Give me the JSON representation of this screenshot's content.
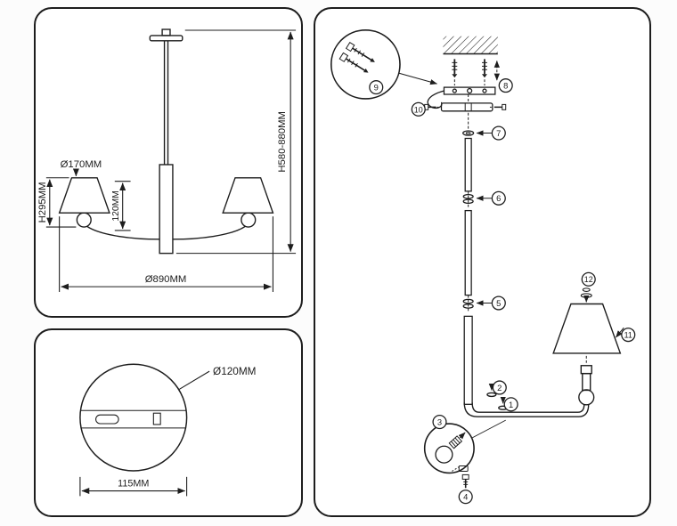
{
  "colors": {
    "line": "#1d1d1d",
    "background": "#fcfcfc",
    "panel_background": "#ffffff"
  },
  "panels": {
    "front_view": {
      "dims": {
        "shade_diameter": "Ø170MM",
        "fixture_height": "H295MM",
        "arm_drop": "120MM",
        "overall_height": "H580-880MM",
        "overall_width": "Ø890MM"
      }
    },
    "top_view": {
      "dims": {
        "canopy_diameter": "Ø120MM",
        "plate_width": "115MM"
      }
    },
    "exploded_view": {
      "callouts": [
        "1",
        "2",
        "3",
        "4",
        "5",
        "6",
        "7",
        "8",
        "9",
        "10",
        "11",
        "12"
      ]
    }
  }
}
